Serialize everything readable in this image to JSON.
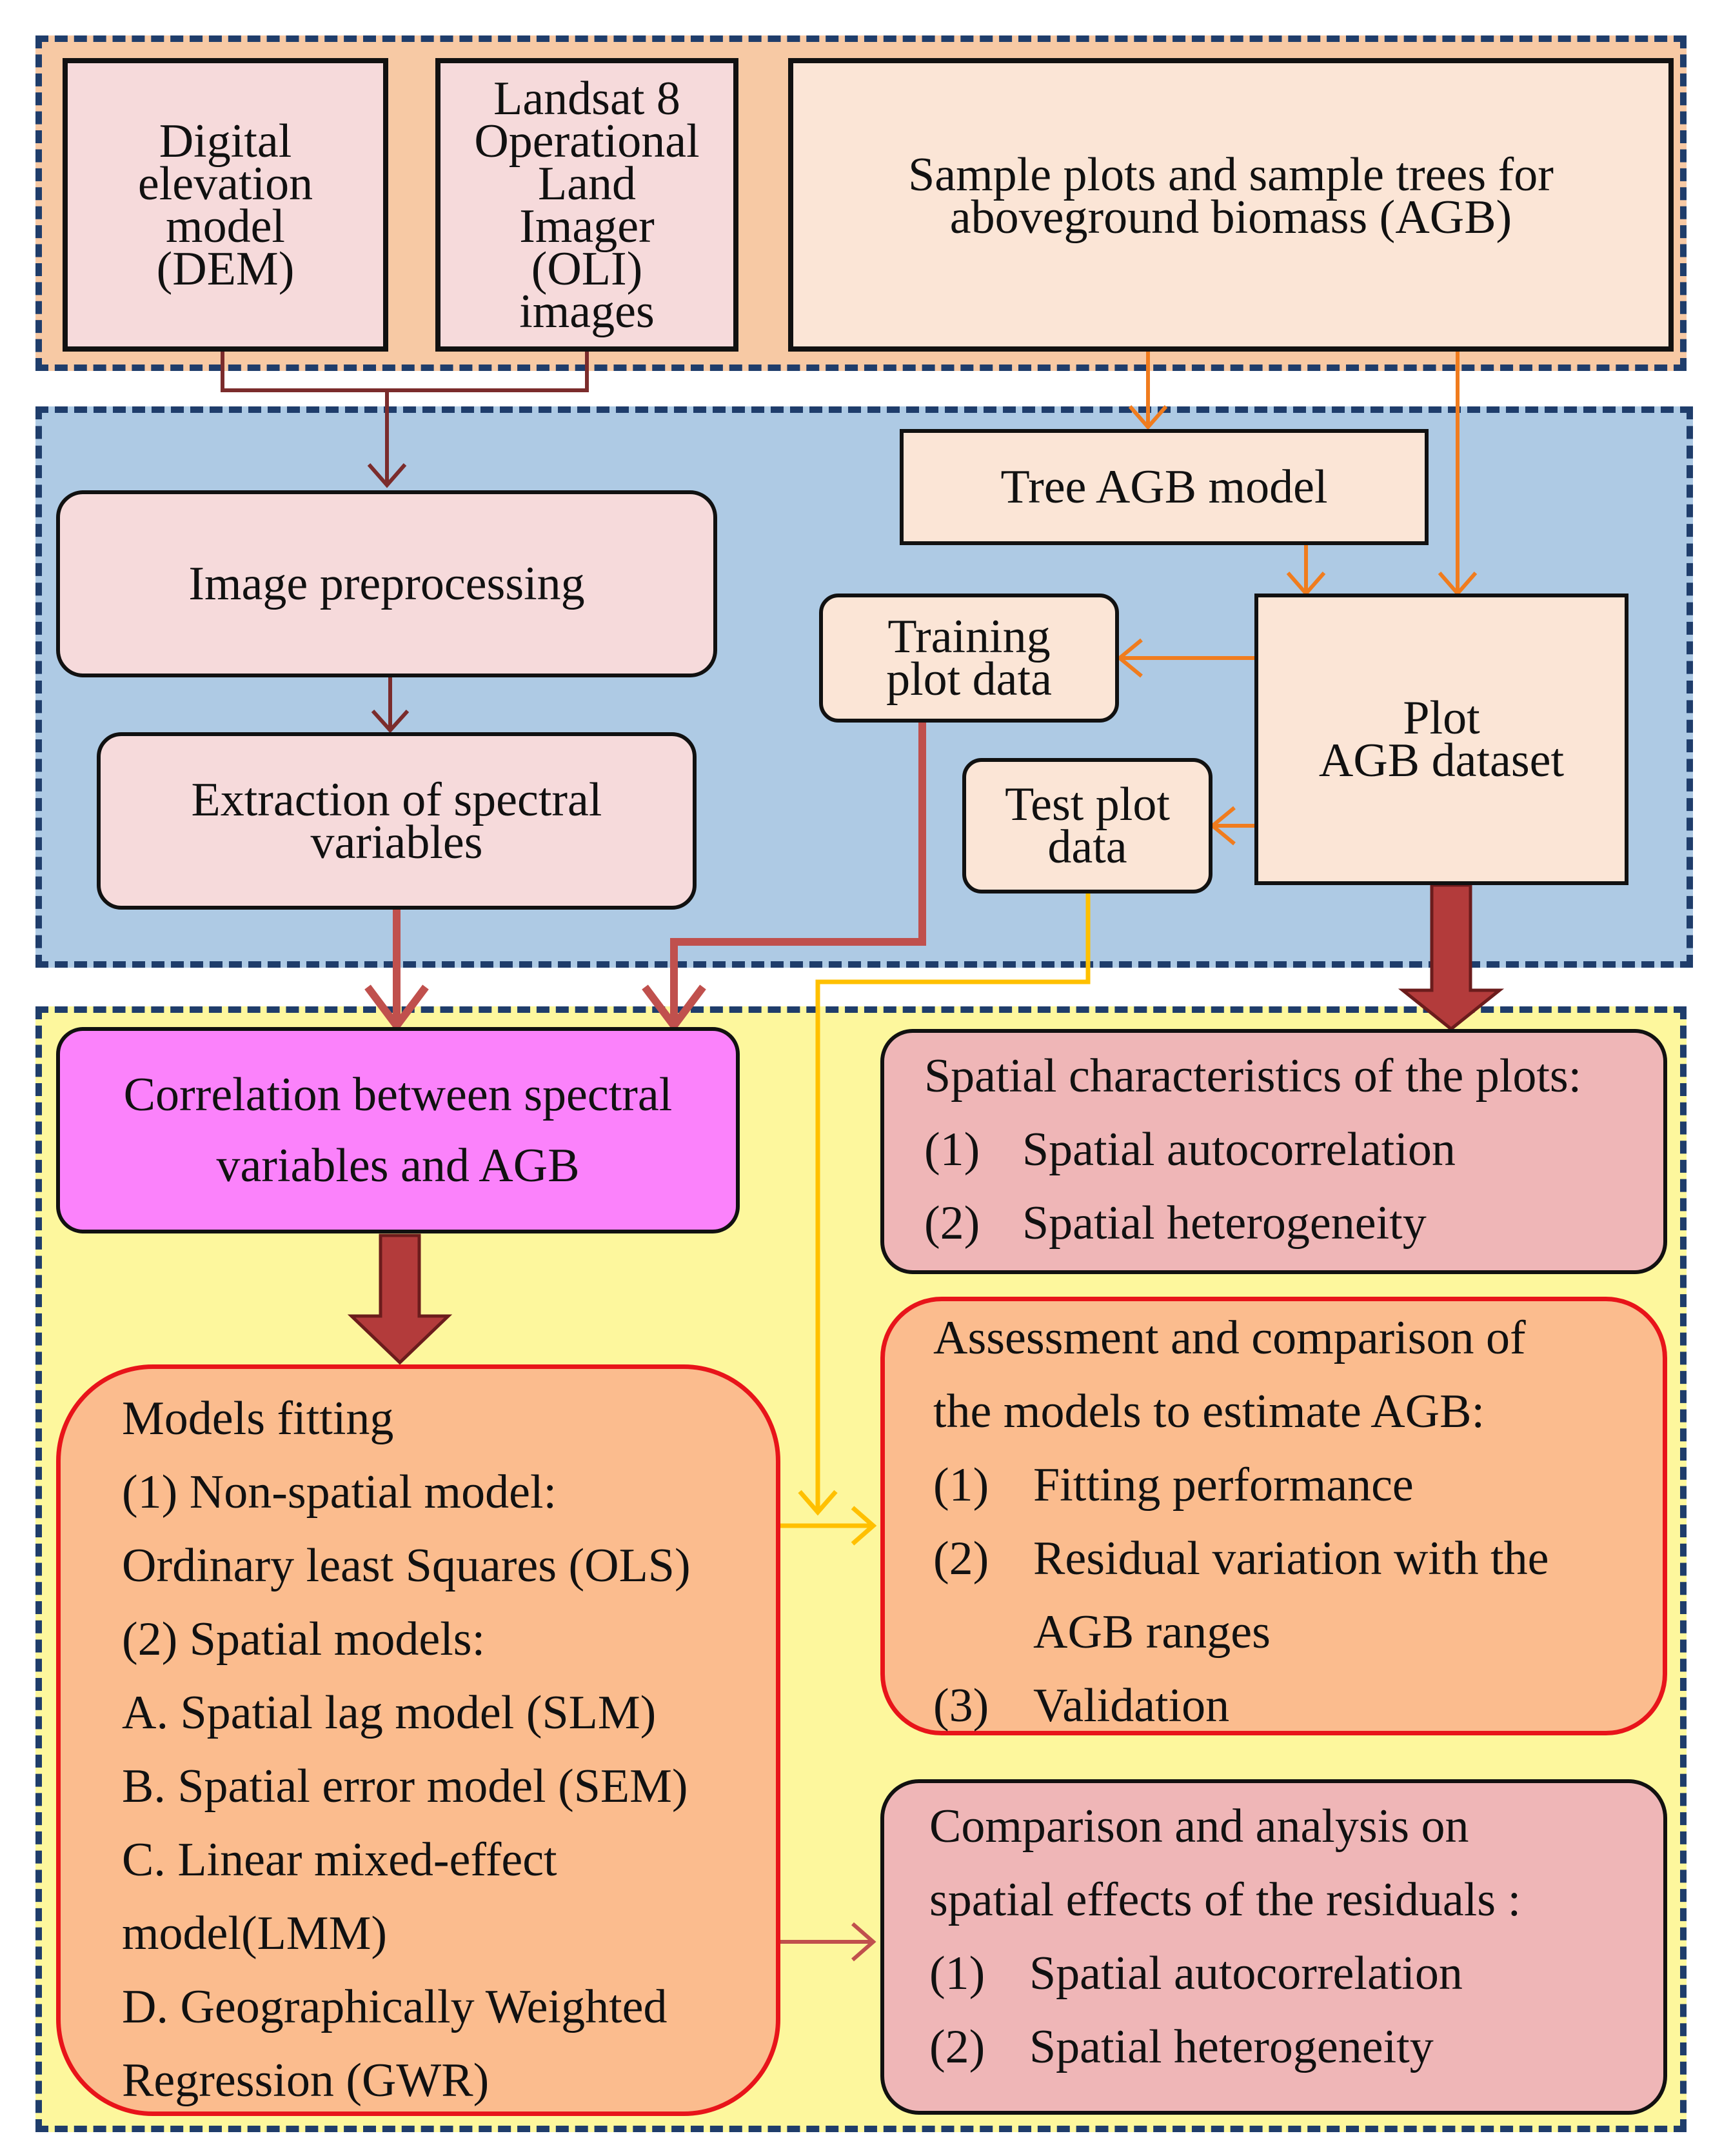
{
  "colors": {
    "group_border": "#1f3d6b",
    "top_bg": "#f7c9a4",
    "middle_bg": "#aecae4",
    "bottom_bg": "#fdf79d",
    "pink_box": "#f6dadb",
    "peach_box": "#fbe5d6",
    "magenta_box": "#fb82fb",
    "orange_box": "#fbbc8e",
    "rose_box": "#efb6b7",
    "dark_red_line": "#7b2c2c",
    "red_arrow": "#c0504d",
    "orange_arrow": "#f07c1e",
    "yellow_arrow": "#ffc000",
    "thick_arrow": "#a83232"
  },
  "inputs": {
    "dem": [
      "Digital",
      "elevation",
      "model",
      "(DEM)"
    ],
    "landsat": [
      "Landsat 8",
      "Operational",
      "Land",
      "Imager",
      "(OLI)",
      "images"
    ],
    "samples": [
      "Sample plots and sample trees for",
      "aboveground biomass (AGB)"
    ]
  },
  "processing": {
    "image_preprocessing": "Image preprocessing",
    "extraction": [
      "Extraction of spectral",
      "variables"
    ],
    "tree_agb_model": "Tree AGB model",
    "training_plot_data": [
      "Training",
      "plot data"
    ],
    "test_plot_data": [
      "Test plot",
      "data"
    ],
    "plot_agb_dataset": [
      "Plot",
      "AGB dataset"
    ]
  },
  "analysis": {
    "correlation": [
      "Correlation between spectral",
      "variables and AGB"
    ],
    "spatial_characteristics": {
      "title": "Spatial characteristics of the plots:",
      "items": [
        {
          "num": "(1)",
          "text": "Spatial autocorrelation"
        },
        {
          "num": "(2)",
          "text": "Spatial heterogeneity"
        }
      ]
    },
    "models_fitting": {
      "lines": [
        "Models fitting",
        "(1) Non-spatial model:",
        "Ordinary least Squares (OLS)",
        "(2) Spatial models:",
        "A. Spatial lag model (SLM)",
        "B. Spatial error model (SEM)",
        "C. Linear mixed-effect",
        "model(LMM)",
        "D. Geographically Weighted",
        "Regression (GWR)"
      ]
    },
    "assessment": {
      "title_lines": [
        "Assessment and comparison of",
        "the models to estimate AGB:"
      ],
      "items": [
        {
          "num": "(1)",
          "text": "Fitting performance"
        },
        {
          "num": "(2)",
          "text": "Residual variation with the"
        },
        {
          "num": "",
          "text": "AGB ranges"
        },
        {
          "num": "(3)",
          "text": "Validation"
        }
      ]
    },
    "residuals": {
      "title_lines": [
        "Comparison and analysis on",
        "spatial effects of the residuals :"
      ],
      "items": [
        {
          "num": "(1)",
          "text": "Spatial autocorrelation"
        },
        {
          "num": "(2)",
          "text": "Spatial heterogeneity"
        }
      ]
    }
  }
}
